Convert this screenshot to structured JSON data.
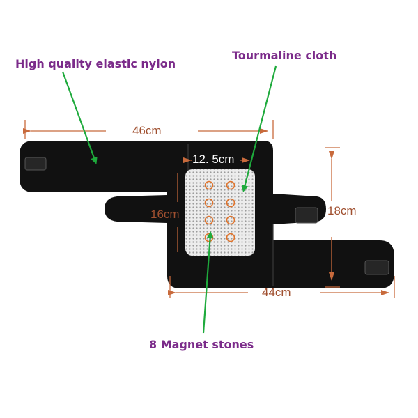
{
  "callouts": {
    "nylon": "High quality elastic nylon",
    "tourmaline": "Tourmaline cloth",
    "magnets": "8 Magnet stones"
  },
  "dimensions": {
    "top_width": "46cm",
    "patch_width": "12. 5cm",
    "patch_height": "16cm",
    "side_height": "18cm",
    "bottom_width": "44cm"
  },
  "magnet_count": 8,
  "colors": {
    "callout_text": "#7b2b8a",
    "arrow": "#1eaa3c",
    "dimension": "#c86a3c",
    "dimension_text": "#a05030",
    "wrap": "#111111",
    "patch": "#e8e8e8"
  }
}
